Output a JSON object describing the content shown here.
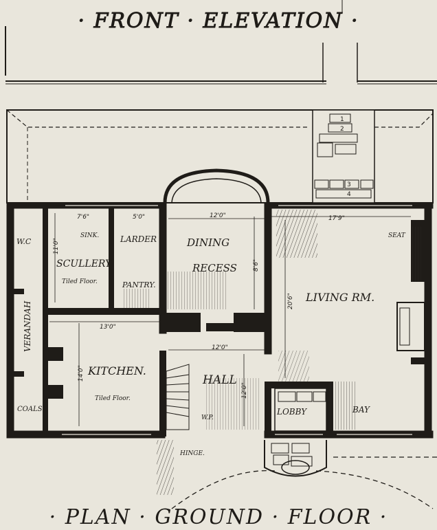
{
  "drawing": {
    "elevation_title": "· FRONT · ELEVATION ·",
    "plan_title": "· PLAN · GROUND · FLOOR ·",
    "chimney_courses": [
      "1",
      "2",
      "3",
      "4"
    ],
    "rooms": {
      "wc": "W.C",
      "scullery": "SCULLERY",
      "larder": "LARDER",
      "pantry": "PANTRY.",
      "dining": "DINING",
      "recess": "RECESS",
      "living": "LIVING RM.",
      "kitchen": "KITCHEN.",
      "hall": "HALL",
      "lobby": "LOBBY",
      "bay": "BAY",
      "coals": "COALS",
      "verandah": "VERANDAH"
    },
    "notes": {
      "scullery_floor": "Tiled Floor.",
      "kitchen_floor": "Tiled Floor.",
      "sink": "SINK.",
      "seat": "SEAT",
      "wp": "W.P.",
      "hinge": "HINGE."
    },
    "dimensions": {
      "dining_width": "12'0\"",
      "living_width": "17'9\"",
      "scullery_width": "7'6\"",
      "larder_width": "5'0\"",
      "kitchen_width": "13'0\"",
      "hall_width": "12'0\"",
      "scullery_depth": "11'0\"",
      "dining_depth": "8'6\"",
      "living_depth": "20'6\"",
      "kitchen_depth": "14'0\"",
      "hall_depth": "12'0\""
    }
  }
}
